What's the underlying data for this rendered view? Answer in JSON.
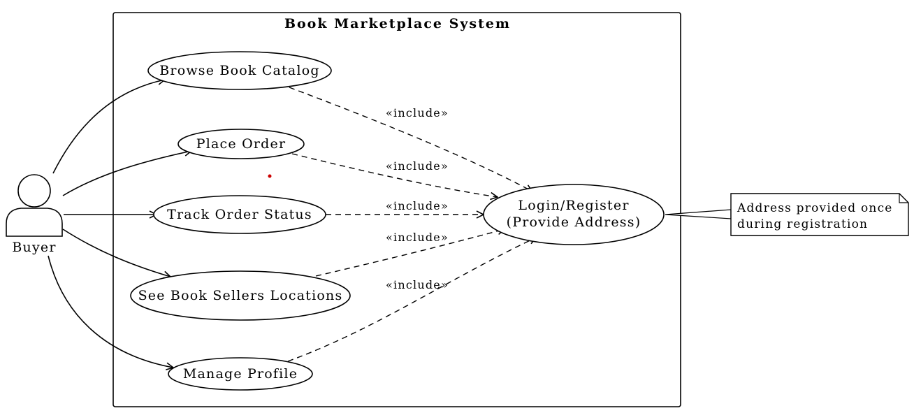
{
  "system": {
    "title": "Book Marketplace System"
  },
  "actor": {
    "name": "Buyer"
  },
  "use_cases": {
    "browse": "Browse Book Catalog",
    "place_order": "Place Order",
    "track": "Track Order Status",
    "sellers": "See Book Sellers Locations",
    "profile": "Manage Profile",
    "login_line1": "Login/Register",
    "login_line2": "(Provide Address)"
  },
  "relations": {
    "include": "«include»"
  },
  "note": {
    "line1": "Address provided once",
    "line2": "during registration"
  },
  "colors": {
    "line": "#000000",
    "background": "#ffffff",
    "stray_dot": "#cc0000"
  }
}
